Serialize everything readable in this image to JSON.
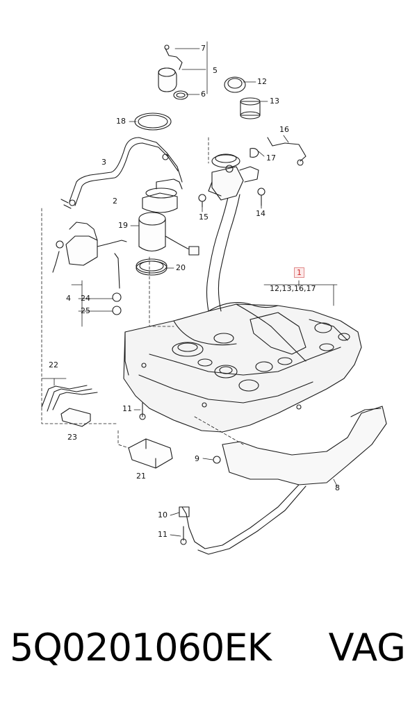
{
  "callouts": {
    "c1": "1",
    "c1_group": "12,13,16,17",
    "c2": "2",
    "c3": "3",
    "c4": "4",
    "c5": "5",
    "c6": "6",
    "c7": "7",
    "c8": "8",
    "c9": "9",
    "c10": "10",
    "c11a": "11",
    "c11b": "11",
    "c12": "12",
    "c13": "13",
    "c14": "14",
    "c15": "15",
    "c16": "16",
    "c17": "17",
    "c18": "18",
    "c19": "19",
    "c20": "20",
    "c21": "21",
    "c22": "22",
    "c23": "23",
    "c24": "24",
    "c25": "25"
  },
  "footer": {
    "part_number": "5Q0201060EK",
    "brand": "VAG"
  },
  "colors": {
    "line": "#1a1a1a",
    "highlight": "#cc2a2a",
    "tank_fill": "#f4f4f4"
  }
}
